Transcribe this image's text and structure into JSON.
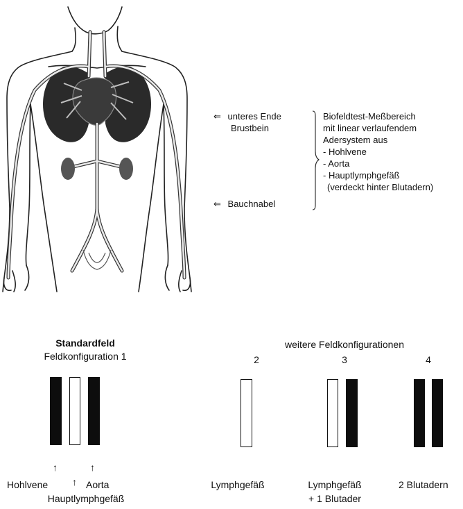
{
  "annotations": {
    "left_markers": [
      {
        "arrow": "⇐",
        "text": "unteres Ende"
      },
      {
        "arrow": "",
        "text": "Brustbein"
      },
      {
        "arrow": "⇐",
        "text": "Bauchnabel"
      }
    ],
    "bracket_lines": [
      "Biofeldtest-Meßbereich",
      "mit linear verlaufendem",
      "Adersystem aus",
      "- Hohlvene",
      "- Aorta",
      "- Hauptlymphgefäß",
      "(verdeckt hinter Blutadern)"
    ]
  },
  "standard": {
    "title": "Standardfeld",
    "subtitle": "Feldkonfiguration 1",
    "bars": [
      "filled",
      "open",
      "filled"
    ],
    "arrow": "↑",
    "label_left": "Hohlvene",
    "label_right": "Aorta",
    "label_bottom": "Hauptlymphgefäß"
  },
  "further": {
    "title": "weitere Feldkonfigurationen",
    "configs": [
      {
        "number": "2",
        "bars": [
          "open"
        ],
        "label": "Lymphgefäß"
      },
      {
        "number": "3",
        "bars": [
          "open",
          "filled"
        ],
        "label": "Lymphgefäß",
        "label2": "+ 1 Blutader"
      },
      {
        "number": "4",
        "bars": [
          "filled",
          "filled"
        ],
        "label": "2 Blutadern"
      }
    ]
  }
}
